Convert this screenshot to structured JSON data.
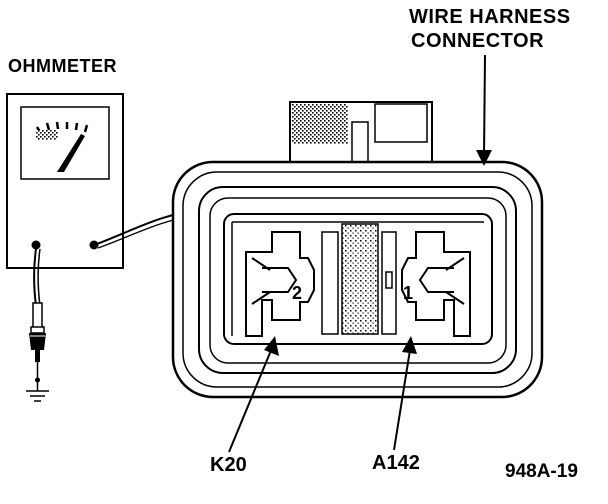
{
  "labels": {
    "harness_line1": "WIRE HARNESS",
    "harness_line2": "CONNECTOR",
    "ohmmeter": "OHMMETER",
    "k20": "K20",
    "a142": "A142",
    "figure_id": "948A-19"
  },
  "pins": {
    "pin2": "2",
    "pin1": "1"
  },
  "colors": {
    "ink": "#000000",
    "paper": "#ffffff"
  }
}
